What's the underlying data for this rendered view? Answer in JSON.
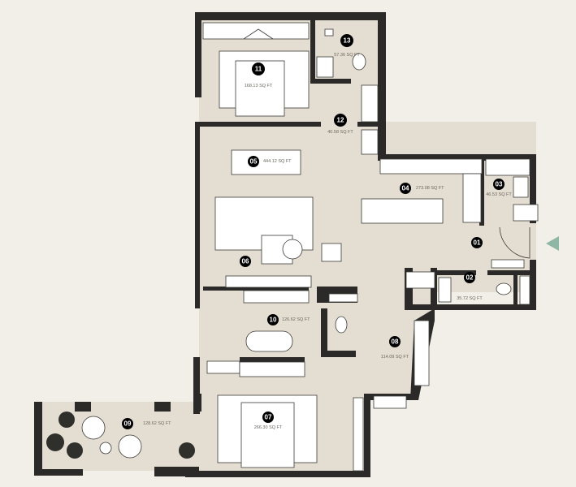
{
  "colors": {
    "background": "#f2efe8",
    "floor": "#e4ded2",
    "wall": "#2b2a28",
    "entry_arrow": "#8fb7a5",
    "label_badge": "#111111"
  },
  "entry_icon": "triangle-left-arrow",
  "rooms": [
    {
      "id": "11",
      "area": "168.13 SQ FT"
    },
    {
      "id": "13",
      "area": "57.36 SQ FT"
    },
    {
      "id": "12",
      "area": "40.58 SQ FT"
    },
    {
      "id": "05",
      "area": "444.12 SQ FT"
    },
    {
      "id": "04",
      "area": "273.08 SQ FT"
    },
    {
      "id": "03",
      "area": "46.53 SQ FT"
    },
    {
      "id": "01",
      "area": ""
    },
    {
      "id": "02",
      "area": "35.72 SQ FT"
    },
    {
      "id": "06",
      "area": ""
    },
    {
      "id": "10",
      "area": "126.62 SQ FT"
    },
    {
      "id": "08",
      "area": "114.09 SQ FT"
    },
    {
      "id": "07",
      "area": "266.30 SQ FT"
    },
    {
      "id": "09",
      "area": "128.62 SQ FT"
    }
  ]
}
